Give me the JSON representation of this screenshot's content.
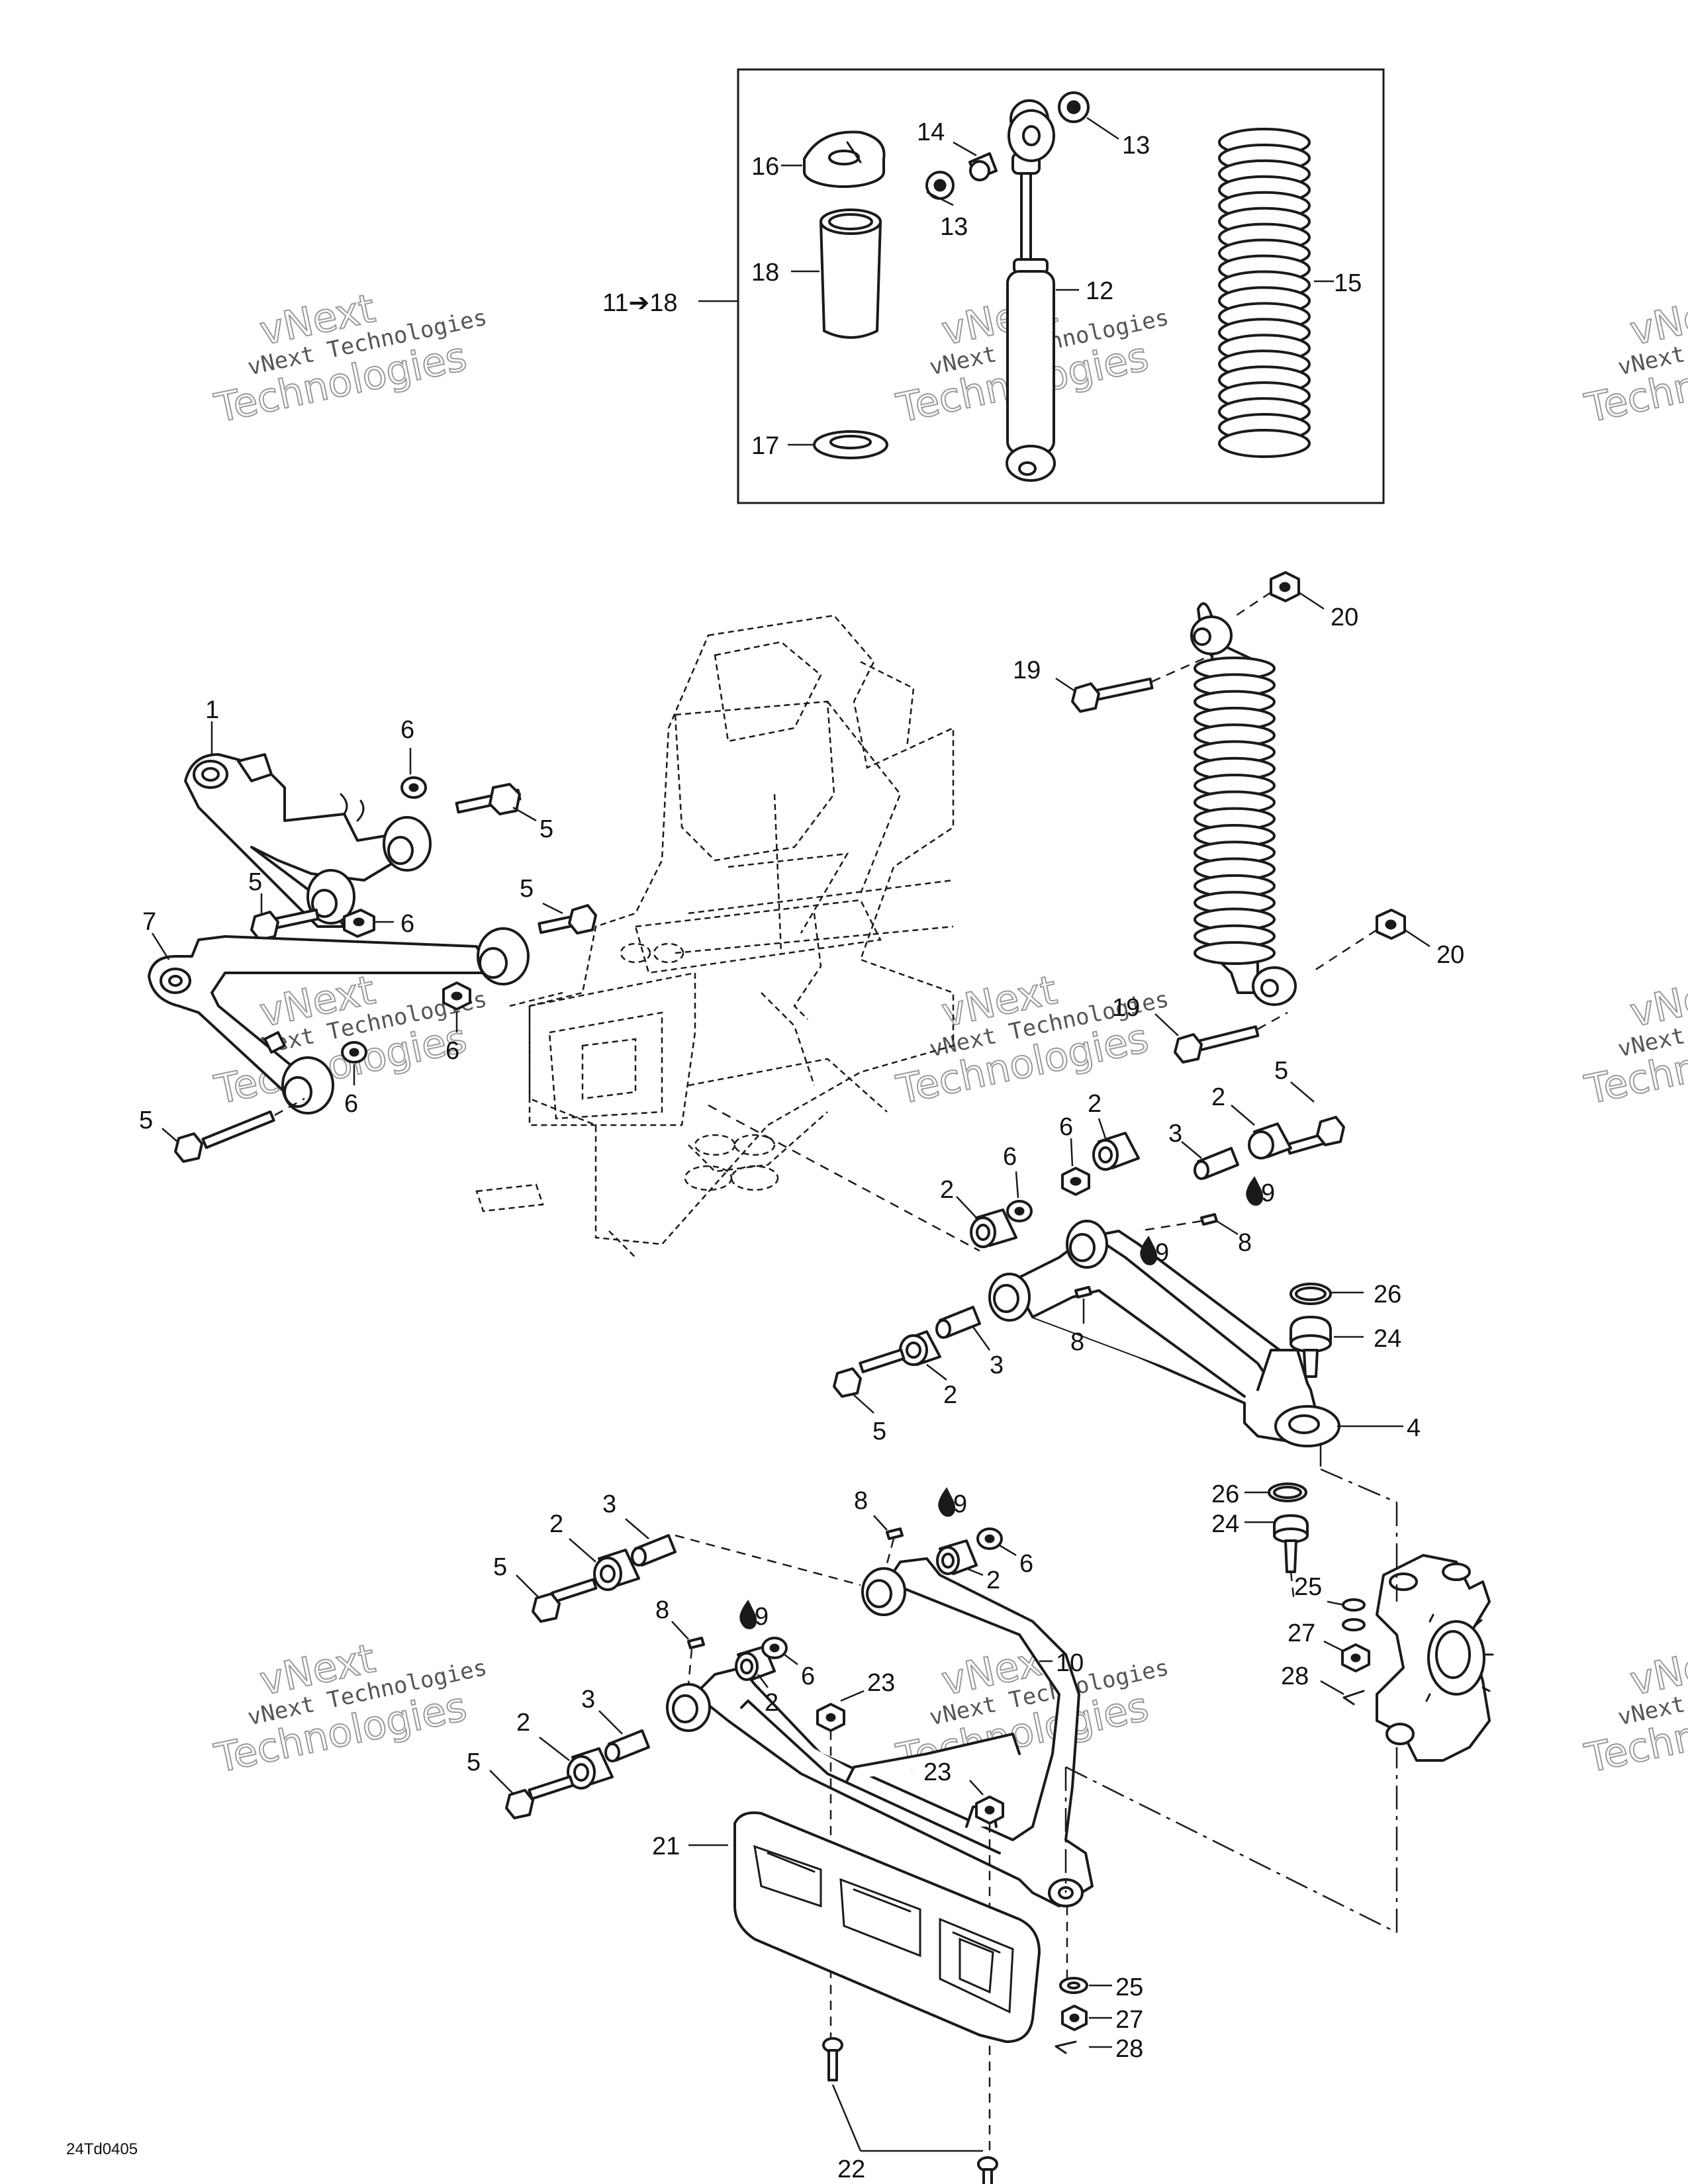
{
  "drawing_code": "24Td0405",
  "kit_label": "11➔18",
  "watermark": {
    "brand": "vNext",
    "line": "vNext Technologies",
    "word": "Technologies"
  },
  "callouts": {
    "c1": "1",
    "c2": "2",
    "c3": "3",
    "c4": "4",
    "c5": "5",
    "c6": "6",
    "c7": "7",
    "c8": "8",
    "c9": "9",
    "c10": "10",
    "c12": "12",
    "c13": "13",
    "c14": "14",
    "c15": "15",
    "c16": "16",
    "c17": "17",
    "c18": "18",
    "c19": "19",
    "c20": "20",
    "c21": "21",
    "c22": "22",
    "c23": "23",
    "c24": "24",
    "c25": "25",
    "c26": "26",
    "c27": "27",
    "c28": "28"
  }
}
